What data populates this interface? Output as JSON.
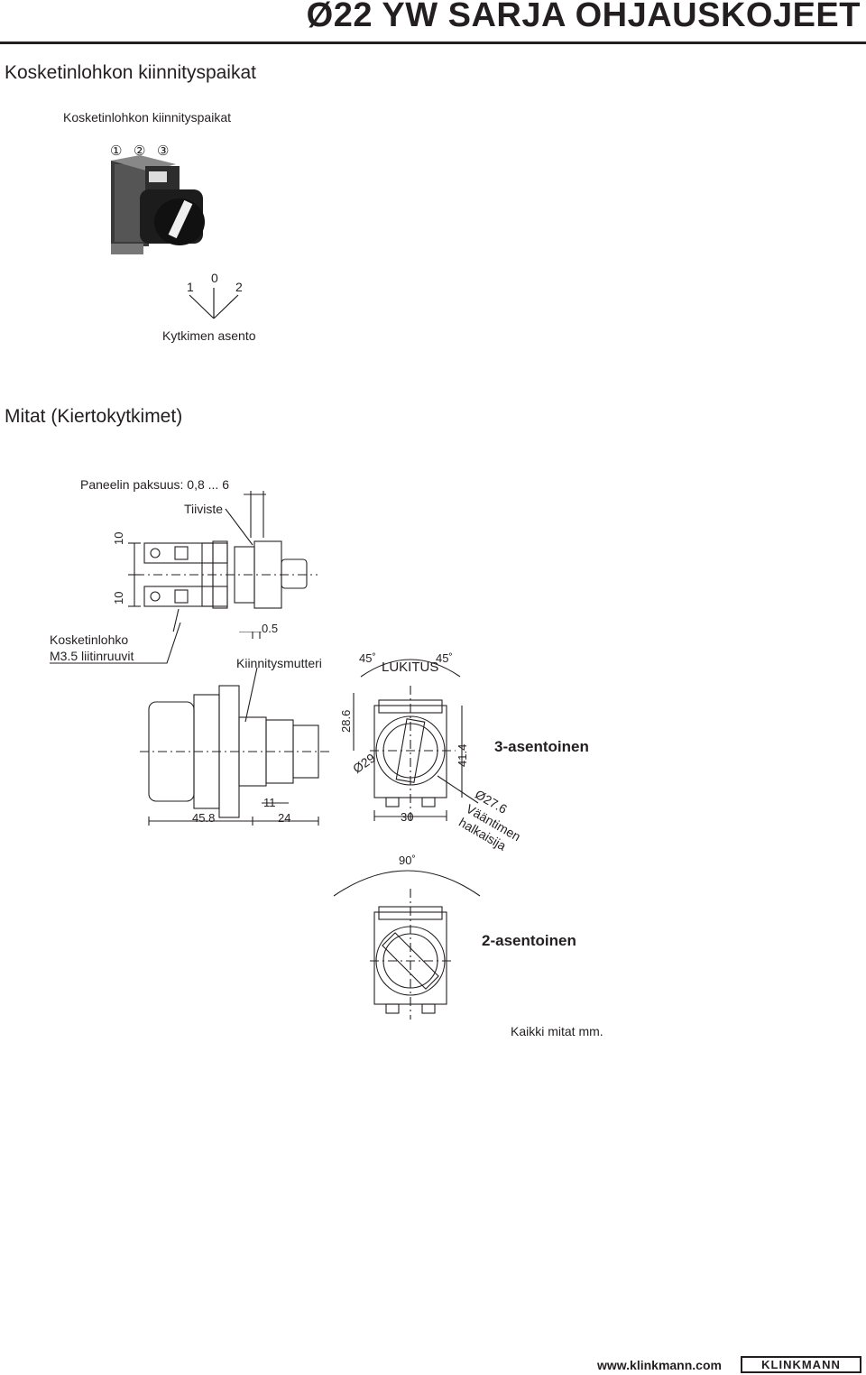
{
  "header": {
    "title": "Ø22 YW SARJA OHJAUSKOJEET"
  },
  "section1": {
    "heading": "Kosketinlohkon kiinnityspaikat",
    "caption": "Kosketinlohkon kiinnityspaikat",
    "slot_markers": [
      "①",
      "②",
      "③"
    ],
    "positions": [
      "1",
      "0",
      "2"
    ],
    "positions_caption": "Kytkimen asento"
  },
  "section2": {
    "heading": "Mitat (Kiertokytkimet)",
    "panel_thickness": "Paneelin paksuus: 0,8 ... 6",
    "gasket": "Tiiviste",
    "dim_top_a": "10",
    "dim_top_b": "10",
    "contact_block_line1": "Kosketinlohko",
    "contact_block_line2": "M3.5 liitinruuvit",
    "dim_05": "0.5",
    "mounting_nut": "Kiinnitysmutteri",
    "dim_458": "45.8",
    "dim_11": "11",
    "dim_24": "24",
    "dim_286": "28.6",
    "dim_29": "Ø29",
    "dim_30": "30",
    "dim_414": "41.4",
    "angle_left": "45˚",
    "angle_right": "45˚",
    "locking": "LUKITUS",
    "three_position": "3-asentoinen",
    "dim_276": "Ø27.6",
    "handle_line1": "Vääntimen",
    "handle_line2": "halkaisija",
    "angle_90": "90˚",
    "two_position": "2-asentoinen",
    "note": "Kaikki mitat mm."
  },
  "footer": {
    "website": "www.klinkmann.com",
    "logo_text": "KLINKMANN"
  }
}
